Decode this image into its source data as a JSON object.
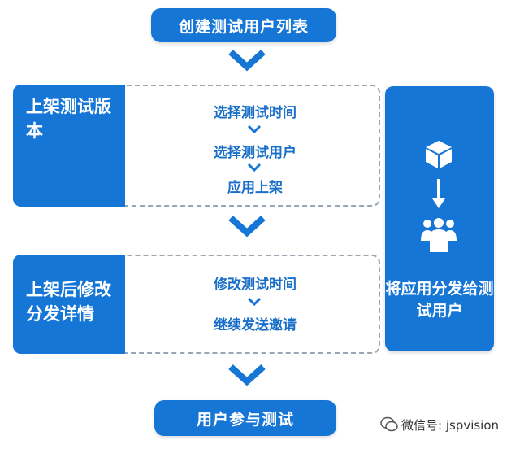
{
  "top": {
    "label": "创建测试用户列表"
  },
  "group1": {
    "label": "上架测试版本",
    "steps": [
      "选择测试时间",
      "选择测试用户",
      "应用上架"
    ]
  },
  "group2": {
    "label": "上架后修改分发详情",
    "steps": [
      "修改测试时间",
      "继续发送邀请"
    ]
  },
  "side": {
    "label": "将应用分发给测试用户",
    "icons": [
      "package-icon",
      "users-group-icon"
    ]
  },
  "bottom": {
    "label": "用户参与测试"
  },
  "watermark": {
    "text": "微信号: jspvision"
  },
  "colors": {
    "primary": "#1576d6",
    "step_text": "#1a6fc9",
    "dashed_border": "#9aa6b2"
  }
}
